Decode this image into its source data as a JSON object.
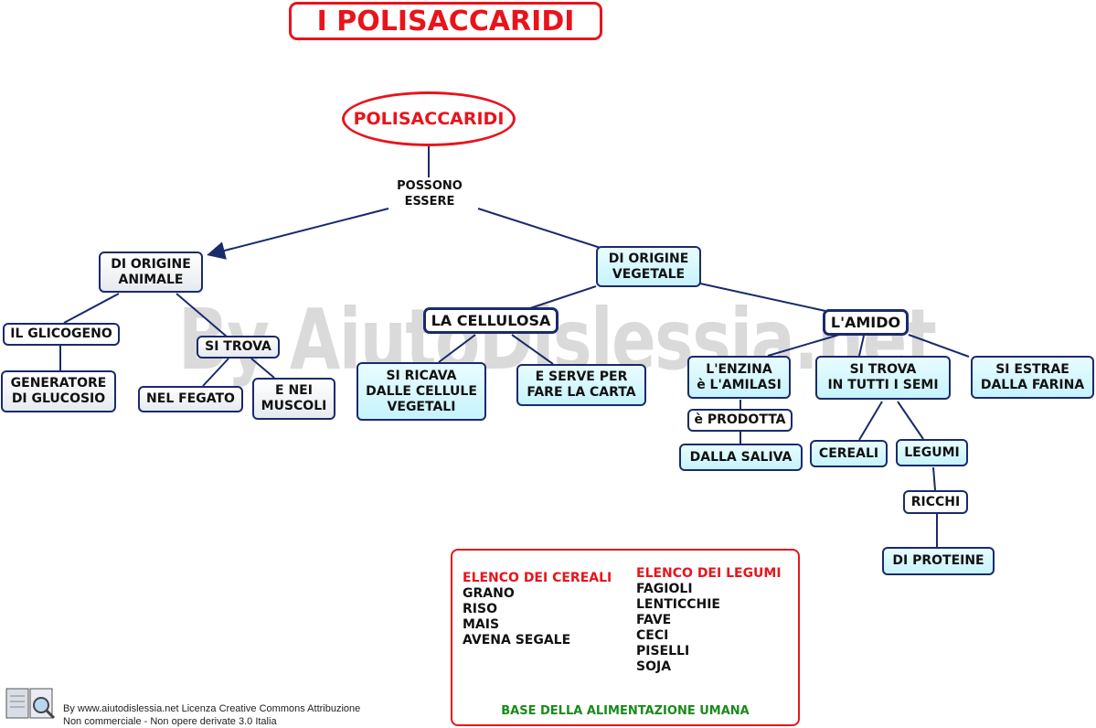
{
  "title": "I POLISACCARIDI",
  "watermark": "By AiutoDislessia.net",
  "root": "POLISACCARIDI",
  "link_possono": "POSSONO\nESSERE",
  "animale": {
    "label": "DI ORIGINE\nANIMALE",
    "glicogeno": "IL GLICOGENO",
    "generatore": "GENERATORE\nDI GLUCOSIO",
    "si_trova": "SI TROVA",
    "fegato": "NEL FEGATO",
    "muscoli": "E NEI\nMUSCOLI"
  },
  "vegetale": {
    "label": "DI ORIGINE\nVEGETALE",
    "cellulosa": "LA CELLULOSA",
    "ricava": "SI RICAVA\nDALLE CELLULE\nVEGETALI",
    "carta": "E SERVE PER\nFARE LA CARTA",
    "amido": "L'AMIDO",
    "enzima": "L'ENZINA\nè L'AMILASI",
    "prodotta": "è PRODOTTA",
    "saliva": "DALLA SALIVA",
    "semi": "SI TROVA\nIN TUTTI I SEMI",
    "farina": "SI ESTRAE\nDALLA FARINA",
    "cereali": "CEREALI",
    "legumi": "LEGUMI",
    "ricchi": "RICCHI",
    "proteine": "DI PROTEINE"
  },
  "legend": {
    "cereali_title": "ELENCO DEI CEREALI",
    "cereali": [
      "GRANO",
      "RISO",
      "MAIS",
      "AVENA SEGALE"
    ],
    "legumi_title": "ELENCO DEI LEGUMI",
    "legumi": [
      "FAGIOLI",
      "LENTICCHIE",
      "FAVE",
      "CECI",
      "PISELLI",
      "SOJA"
    ],
    "footer": "BASE DELLA ALIMENTAZIONE UMANA"
  },
  "credit": {
    "line1": "By www.aiutodislessia.net Licenza Creative Commons Attribuzione",
    "line2": "Non commerciale - Non opere derivate 3.0 Italia"
  },
  "colors": {
    "accent_red": "#e8141c",
    "border_navy": "#1a2a6c",
    "green": "#1a8a1a",
    "cyan_fill": "#c6f3fb"
  }
}
